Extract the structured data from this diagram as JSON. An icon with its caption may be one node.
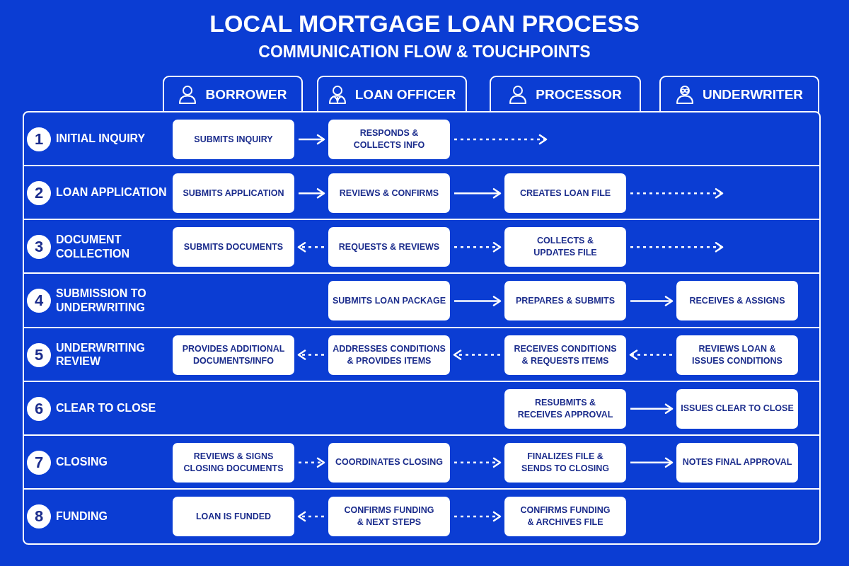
{
  "diagram": {
    "title": "LOCAL MORTGAGE LOAN PROCESS",
    "nodes": [
      {
        "text": [
          "BORROWER"
        ]
      },
      {
        "text": [
          "LOAN OFFICER"
        ]
      },
      {
        "text": [
          "PROCESSOR"
        ]
      },
      {
        "text": [
          "UNDERWRITER"
        ]
      },
      {
        "text": [
          "INITIAL INQUIRY"
        ]
      },
      {
        "text": [
          "1"
        ],
        "in": 4
      },
      {
        "text": [
          "SUBMITS INQUIRY"
        ],
        "in": 4
      },
      {
        "text": [
          "RESPONDS & COLLECTS INFO"
        ],
        "in": 4
      },
      {
        "text": [
          "LOAN APPLICATION"
        ]
      },
      {
        "text": [
          "2"
        ],
        "in": 8
      },
      {
        "text": [
          "SUBMITS APPLICATION"
        ],
        "in": 8
      },
      {
        "text": [
          "REVIEWS & CONFIRMS"
        ],
        "in": 8
      },
      {
        "text": [
          "CREATES LOAN FILE"
        ],
        "in": 8
      },
      {
        "text": [
          "DOCUMENT COLLECTION"
        ]
      },
      {
        "text": [
          "3"
        ],
        "in": 13
      },
      {
        "text": [
          "SUBMITS DOCUMENTS"
        ],
        "in": 13
      },
      {
        "text": [
          "REQUESTS & REVIEWS"
        ],
        "in": 13
      },
      {
        "text": [
          "COLLECTS & UPDATES FILE"
        ],
        "in": 13
      },
      {
        "text": [
          "SUBMISSION TO UNDERWRITING"
        ]
      },
      {
        "text": [
          "4"
        ],
        "in": 18
      },
      {
        "text": [
          "SUBMITS LOAN PACKAGE"
        ],
        "in": 18
      },
      {
        "text": [
          "PREPARES & SUBMITS"
        ],
        "in": 18
      },
      {
        "text": [
          "RECEIVES & ASSIGNS"
        ],
        "in": 18
      },
      {
        "text": [
          "UNDERWRITING REVIEW"
        ]
      },
      {
        "text": [
          "5"
        ],
        "in": 23
      },
      {
        "text": [
          "PROVIDES ADDITIONAL DOCUMENTS/INFO"
        ],
        "in": 23
      },
      {
        "text": [
          "ADDRESSES CONDITIONS & PROVIDES ITEMS"
        ],
        "in": 23
      },
      {
        "text": [
          "RECEIVES CONDITIONS & REQUESTS ITEMS"
        ],
        "in": 23
      },
      {
        "text": [
          "REVIEWS LOAN & ISSUES CONDITIONS"
        ],
        "in": 23
      },
      {
        "text": [
          "CLEAR TO CLOSE"
        ]
      },
      {
        "text": [
          "6"
        ],
        "in": 29
      },
      {
        "text": [
          "RESUBMITS & RECEIVES APPROVAL"
        ],
        "in": 29
      },
      {
        "text": [
          "ISSUES CLEAR TO CLOSE"
        ],
        "in": 29
      },
      {
        "text": [
          "CLOSING"
        ]
      },
      {
        "text": [
          "7"
        ],
        "in": 33
      },
      {
        "text": [
          "REVIEWS & SIGNS CLOSING DOCUMENTS"
        ],
        "in": 33
      },
      {
        "text": [
          "COORDINATES CLOSING"
        ],
        "in": 33
      },
      {
        "text": [
          "FINALIZES FILE & SENDS TO CLOSING"
        ],
        "in": 33
      },
      {
        "text": [
          "NOTES FINAL APPROVAL"
        ],
        "in": 33
      },
      {
        "text": [
          "FUNDING"
        ]
      },
      {
        "text": [
          "8"
        ],
        "in": 39
      },
      {
        "text": [
          "LOAN IS FUNDED"
        ],
        "in": 39
      },
      {
        "text": [
          "CONFIRMS FUNDING & NEXT STEPS"
        ],
        "in": 39
      },
      {
        "text": [
          "CONFIRMS FUNDING & ARCHIVES FILE"
        ],
        "in": 39
      }
    ],
    "edges": [
      {
        "from": 6,
        "to": 7,
        "arrow": "to"
      },
      {
        "from": 7,
        "to": null,
        "arrow": "to",
        "style": "dashed"
      },
      {
        "from": 10,
        "to": 11,
        "arrow": "to"
      },
      {
        "from": 11,
        "to": 12,
        "arrow": "to"
      },
      {
        "from": 12,
        "to": null,
        "arrow": "to",
        "style": "dashed"
      },
      {
        "from": 16,
        "to": 15,
        "arrow": "to",
        "style": "dashed"
      },
      {
        "from": 16,
        "to": 17,
        "arrow": "to",
        "style": "dashed"
      },
      {
        "from": 17,
        "to": null,
        "arrow": "to",
        "style": "dashed"
      },
      {
        "from": 20,
        "to": 21,
        "arrow": "to"
      },
      {
        "from": 21,
        "to": 22,
        "arrow": "to"
      },
      {
        "from": 28,
        "to": 27,
        "arrow": "to",
        "style": "dashed"
      },
      {
        "from": 27,
        "to": 26,
        "arrow": "to",
        "style": "dashed"
      },
      {
        "from": 26,
        "to": 25,
        "arrow": "to",
        "style": "dashed"
      },
      {
        "from": 31,
        "to": 32,
        "arrow": "to"
      },
      {
        "from": 35,
        "to": 36,
        "arrow": "to",
        "style": "dashed"
      },
      {
        "from": 36,
        "to": 37,
        "arrow": "to",
        "style": "dashed"
      },
      {
        "from": 37,
        "to": 38,
        "arrow": "to"
      },
      {
        "from": 42,
        "to": 41,
        "arrow": "to",
        "style": "dashed"
      },
      {
        "from": 42,
        "to": 43,
        "arrow": "to",
        "style": "dashed"
      }
    ],
    "labels": [
      "COMMUNICATION FLOW & TOUCHPOINTS"
    ]
  }
}
